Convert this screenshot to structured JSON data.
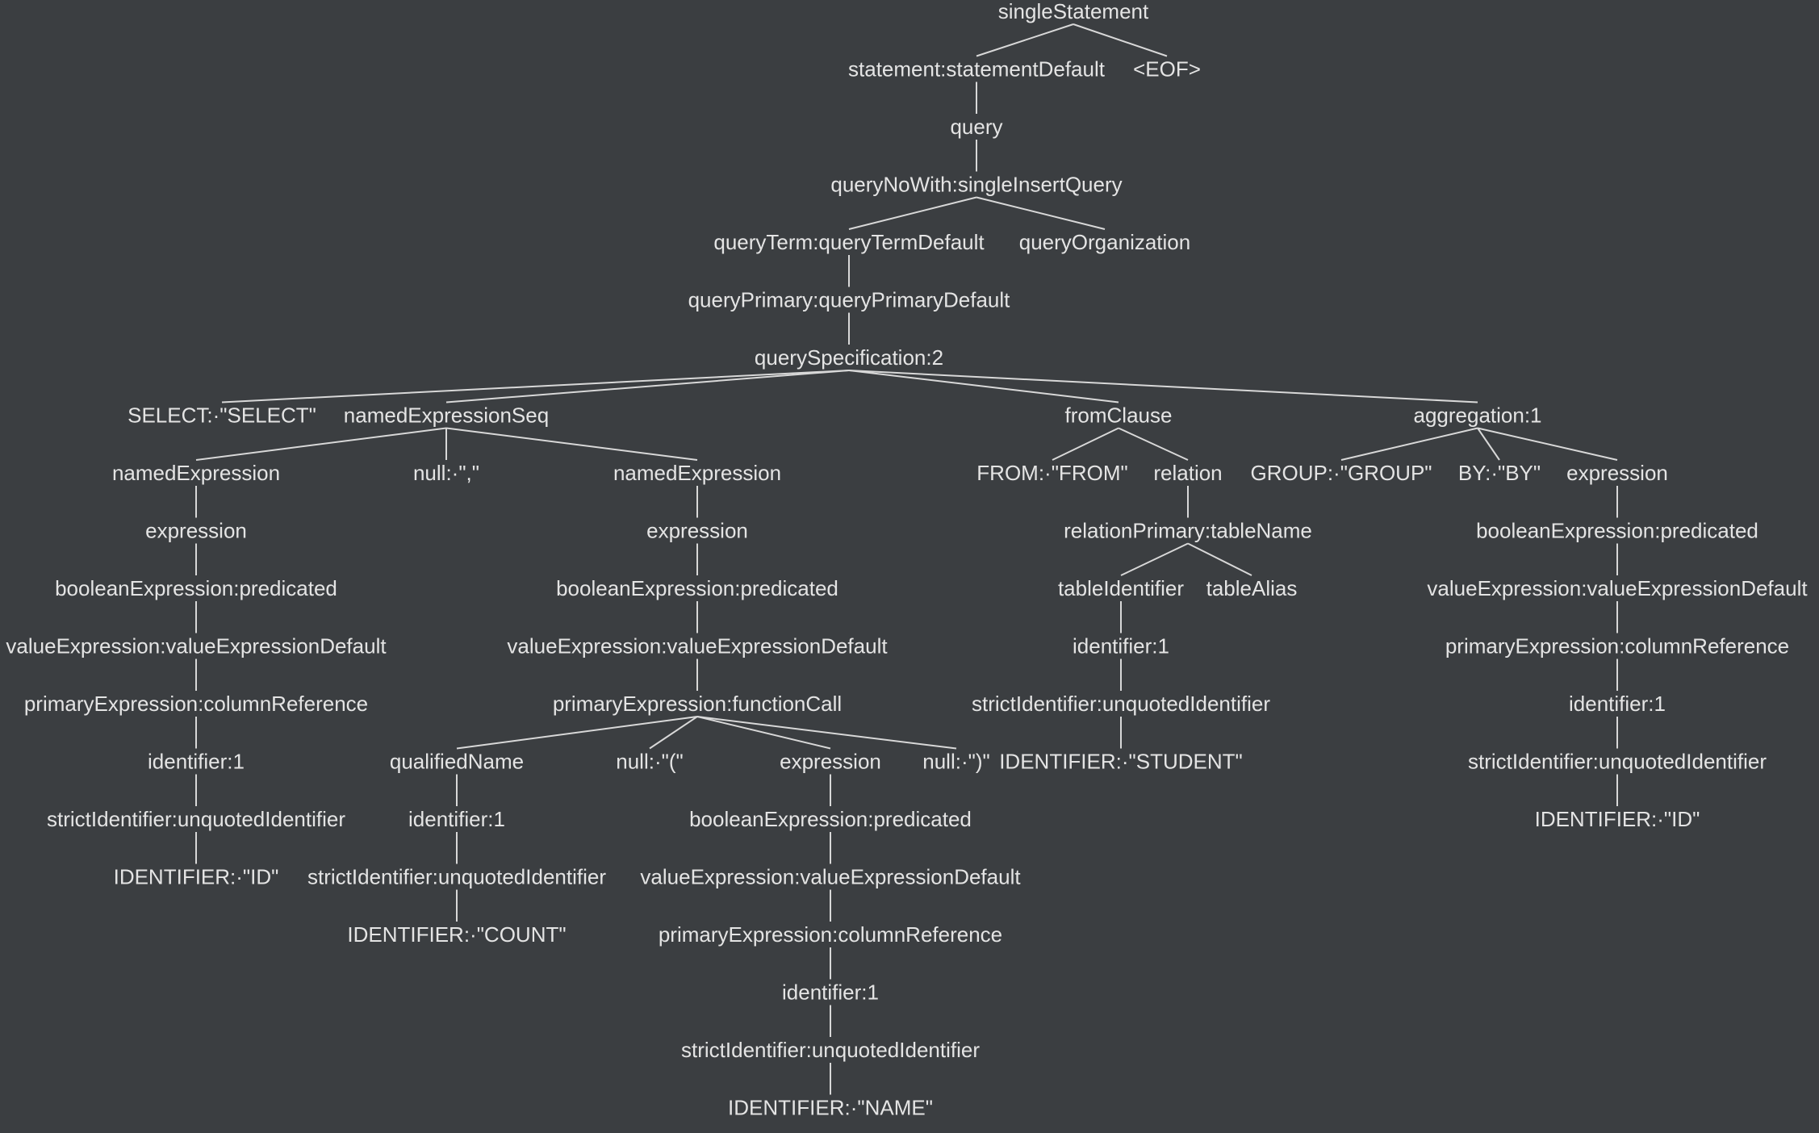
{
  "diagram": {
    "type": "parse-tree",
    "colors": {
      "background": "#3b3e41",
      "text": "#e4e4e4",
      "edge": "#d8d8d8"
    },
    "root": {
      "label": "singleStatement",
      "children": [
        {
          "label": "statement:statementDefault",
          "children": [
            {
              "label": "query",
              "children": [
                {
                  "label": "queryNoWith:singleInsertQuery",
                  "children": [
                    {
                      "label": "queryTerm:queryTermDefault",
                      "children": [
                        {
                          "label": "queryPrimary:queryPrimaryDefault",
                          "children": [
                            {
                              "label": "querySpecification:2",
                              "children": [
                                {
                                  "label": "SELECT:·\"SELECT\""
                                },
                                {
                                  "label": "namedExpressionSeq",
                                  "children": [
                                    {
                                      "label": "namedExpression",
                                      "children": [
                                        {
                                          "label": "expression",
                                          "children": [
                                            {
                                              "label": "booleanExpression:predicated",
                                              "children": [
                                                {
                                                  "label": "valueExpression:valueExpressionDefault",
                                                  "children": [
                                                    {
                                                      "label": "primaryExpression:columnReference",
                                                      "children": [
                                                        {
                                                          "label": "identifier:1",
                                                          "children": [
                                                            {
                                                              "label": "strictIdentifier:unquotedIdentifier",
                                                              "children": [
                                                                {
                                                                  "label": "IDENTIFIER:·\"ID\""
                                                                }
                                                              ]
                                                            }
                                                          ]
                                                        }
                                                      ]
                                                    }
                                                  ]
                                                }
                                              ]
                                            }
                                          ]
                                        }
                                      ]
                                    },
                                    {
                                      "label": "null:·\",\""
                                    },
                                    {
                                      "label": "namedExpression",
                                      "children": [
                                        {
                                          "label": "expression",
                                          "children": [
                                            {
                                              "label": "booleanExpression:predicated",
                                              "children": [
                                                {
                                                  "label": "valueExpression:valueExpressionDefault",
                                                  "children": [
                                                    {
                                                      "label": "primaryExpression:functionCall",
                                                      "children": [
                                                        {
                                                          "label": "qualifiedName",
                                                          "children": [
                                                            {
                                                              "label": "identifier:1",
                                                              "children": [
                                                                {
                                                                  "label": "strictIdentifier:unquotedIdentifier",
                                                                  "children": [
                                                                    {
                                                                      "label": "IDENTIFIER:·\"COUNT\""
                                                                    }
                                                                  ]
                                                                }
                                                              ]
                                                            }
                                                          ]
                                                        },
                                                        {
                                                          "label": "null:·\"(\""
                                                        },
                                                        {
                                                          "label": "expression",
                                                          "children": [
                                                            {
                                                              "label": "booleanExpression:predicated",
                                                              "children": [
                                                                {
                                                                  "label": "valueExpression:valueExpressionDefault",
                                                                  "children": [
                                                                    {
                                                                      "label": "primaryExpression:columnReference",
                                                                      "children": [
                                                                        {
                                                                          "label": "identifier:1",
                                                                          "children": [
                                                                            {
                                                                              "label": "strictIdentifier:unquotedIdentifier",
                                                                              "children": [
                                                                                {
                                                                                  "label": "IDENTIFIER:·\"NAME\""
                                                                                }
                                                                              ]
                                                                            }
                                                                          ]
                                                                        }
                                                                      ]
                                                                    }
                                                                  ]
                                                                }
                                                              ]
                                                            }
                                                          ]
                                                        },
                                                        {
                                                          "label": "null:·\")\""
                                                        }
                                                      ]
                                                    }
                                                  ]
                                                }
                                              ]
                                            }
                                          ]
                                        }
                                      ]
                                    }
                                  ]
                                },
                                {
                                  "label": "fromClause",
                                  "children": [
                                    {
                                      "label": "FROM:·\"FROM\""
                                    },
                                    {
                                      "label": "relation",
                                      "children": [
                                        {
                                          "label": "relationPrimary:tableName",
                                          "children": [
                                            {
                                              "label": "tableIdentifier",
                                              "children": [
                                                {
                                                  "label": "identifier:1",
                                                  "children": [
                                                    {
                                                      "label": "strictIdentifier:unquotedIdentifier",
                                                      "children": [
                                                        {
                                                          "label": "IDENTIFIER:·\"STUDENT\""
                                                        }
                                                      ]
                                                    }
                                                  ]
                                                }
                                              ]
                                            },
                                            {
                                              "label": "tableAlias"
                                            }
                                          ]
                                        }
                                      ]
                                    }
                                  ]
                                },
                                {
                                  "label": "aggregation:1",
                                  "children": [
                                    {
                                      "label": "GROUP:·\"GROUP\""
                                    },
                                    {
                                      "label": "BY:·\"BY\""
                                    },
                                    {
                                      "label": "expression",
                                      "children": [
                                        {
                                          "label": "booleanExpression:predicated",
                                          "children": [
                                            {
                                              "label": "valueExpression:valueExpressionDefault",
                                              "children": [
                                                {
                                                  "label": "primaryExpression:columnReference",
                                                  "children": [
                                                    {
                                                      "label": "identifier:1",
                                                      "children": [
                                                        {
                                                          "label": "strictIdentifier:unquotedIdentifier",
                                                          "children": [
                                                            {
                                                              "label": "IDENTIFIER:·\"ID\""
                                                            }
                                                          ]
                                                        }
                                                      ]
                                                    }
                                                  ]
                                                }
                                              ]
                                            }
                                          ]
                                        }
                                      ]
                                    }
                                  ]
                                }
                              ]
                            }
                          ]
                        }
                      ]
                    },
                    {
                      "label": "queryOrganization"
                    }
                  ]
                }
              ]
            }
          ]
        },
        {
          "label": "<EOF>"
        }
      ]
    }
  }
}
